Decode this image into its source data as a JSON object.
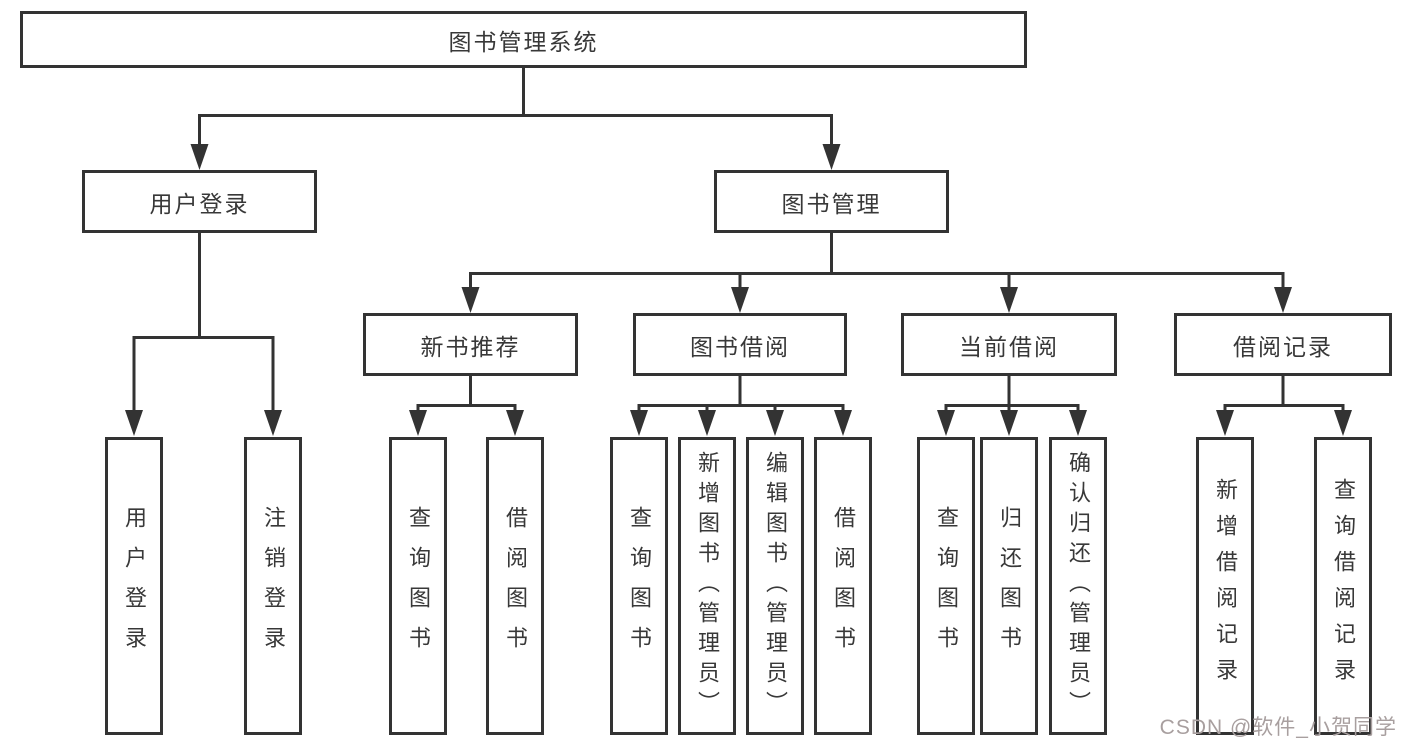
{
  "tree": {
    "root": {
      "label": "图书管理系统",
      "children": [
        {
          "label": "用户登录",
          "children": [
            {
              "label": "用户登录"
            },
            {
              "label": "注销登录"
            }
          ]
        },
        {
          "label": "图书管理",
          "children": [
            {
              "label": "新书推荐",
              "children": [
                {
                  "label": "查询图书"
                },
                {
                  "label": "借阅图书"
                }
              ]
            },
            {
              "label": "图书借阅",
              "children": [
                {
                  "label": "查询图书"
                },
                {
                  "label": "新增图书（管理员）"
                },
                {
                  "label": "编辑图书（管理员）"
                },
                {
                  "label": "借阅图书"
                }
              ]
            },
            {
              "label": "当前借阅",
              "children": [
                {
                  "label": "查询图书"
                },
                {
                  "label": "归还图书"
                },
                {
                  "label": "确认归还（管理员）"
                }
              ]
            },
            {
              "label": "借阅记录",
              "children": [
                {
                  "label": "新增借阅记录"
                },
                {
                  "label": "查询借阅记录"
                }
              ]
            }
          ]
        }
      ]
    }
  },
  "watermark": {
    "text": "CSDN @软件_小贺同学",
    "color": "#a89f9f"
  },
  "colors": {
    "line": "#333333",
    "box_border": "#333333",
    "text": "#383838",
    "background": "#ffffff"
  }
}
